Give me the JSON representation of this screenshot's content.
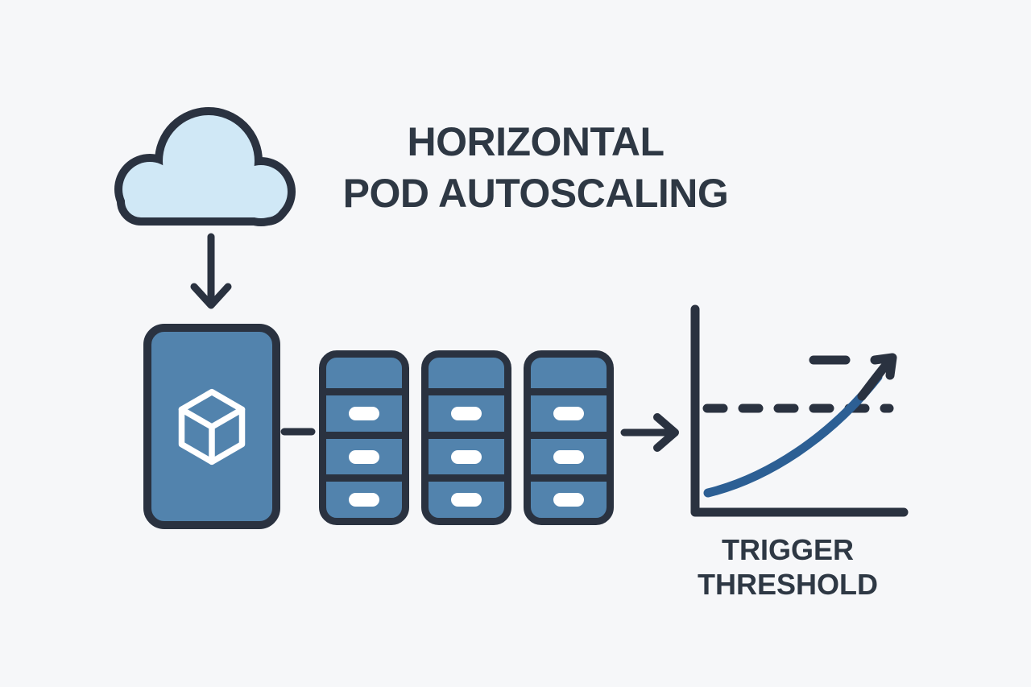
{
  "colors": {
    "background": "#f6f7f9",
    "outline_dark": "#2a3240",
    "text_dark": "#2e3844",
    "pod_blue": "#5283ad",
    "cloud_blue": "#d0e8f6",
    "curve_blue": "#2c5f94",
    "indicator_white": "#ffffff"
  },
  "title": {
    "text": "HORIZONTAL POD AUTOSCALING",
    "lines": [
      "HORIZONTAL",
      "POD AUTOSCALING"
    ]
  },
  "icons": {
    "cloud": "cloud-icon",
    "down_arrow": "arrow-down-icon",
    "cube": "package-cube-icon",
    "connector": "dash-connector",
    "flow_arrow": "arrow-right-icon",
    "growth_arrow": "arrow-up-right-icon"
  },
  "pods": {
    "replica_count": 3,
    "rows_per_replica": 4,
    "indicator_rows": [
      1,
      2,
      3
    ]
  },
  "chart": {
    "label_text": "TRIGGER THRESHOLD",
    "label_lines": [
      "TRIGGER",
      "THRESHOLD"
    ],
    "threshold_line_style": "dashed",
    "curve_shape": "rising-accelerating",
    "curve_color": "#2c5f94"
  }
}
